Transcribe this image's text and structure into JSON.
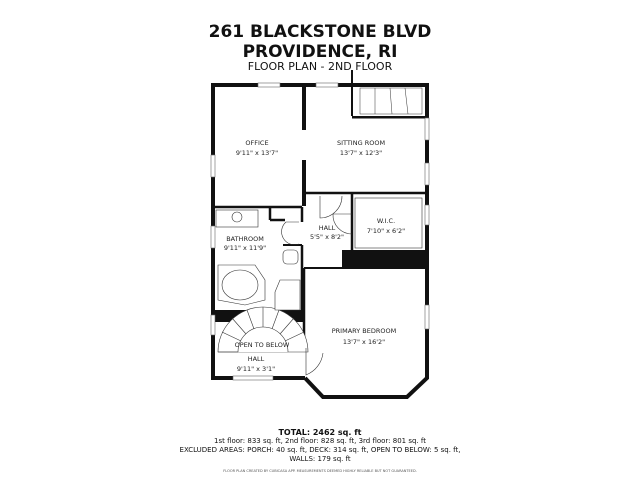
{
  "header": {
    "address": "261 BLACKSTONE BLVD",
    "city": "PROVIDENCE, RI",
    "subtitle": "FLOOR PLAN - 2ND FLOOR"
  },
  "rooms": [
    {
      "name": "OFFICE",
      "size": "9'11\" x 13'7\""
    },
    {
      "name": "SITTING ROOM",
      "size": "13'7\" x 12'3\""
    },
    {
      "name": "HALL",
      "size": "5'5\" x 8'2\""
    },
    {
      "name": "W.I.C.",
      "size": "7'10\" x 6'2\""
    },
    {
      "name": "BATHROOM",
      "size": "9'11\" x 11'9\""
    },
    {
      "name": "PRIMARY BEDROOM",
      "size": "13'7\" x 16'2\""
    },
    {
      "name": "OPEN TO BELOW",
      "size": ""
    },
    {
      "name": "HALL",
      "size": "9'11\" x 3'1\""
    }
  ],
  "footer": {
    "total": "TOTAL: 2462 sq. ft",
    "floors": "1st floor: 833 sq. ft, 2nd floor: 828 sq. ft, 3rd floor: 801 sq. ft",
    "excluded": "EXCLUDED AREAS: PORCH: 40 sq. ft, DECK: 314 sq. ft, OPEN TO BELOW: 5 sq. ft,",
    "walls": "WALLS: 179 sq. ft",
    "disclaimer": "FLOOR PLAN CREATED BY CUBICASA APP. MEASUREMENTS DEEMED HIGHLY RELIABLE BUT NOT GUARANTEED."
  }
}
